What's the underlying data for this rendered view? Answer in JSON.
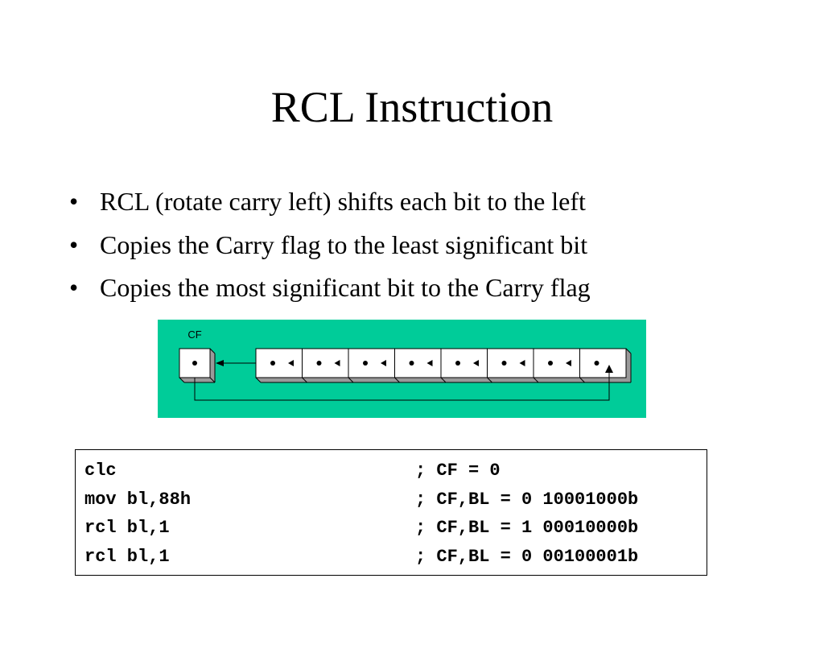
{
  "slide": {
    "title": "RCL Instruction",
    "bullet_glyph": "•",
    "bullets": [
      "RCL (rotate carry left) shifts each bit to the left",
      "Copies the Carry flag to the least significant bit",
      "Copies the most significant bit to the Carry flag"
    ]
  },
  "diagram": {
    "background_color": "#00CC99",
    "carry_label": "CF",
    "register_bits": 8
  },
  "code": {
    "lines": [
      {
        "instruction": "clc",
        "comment": "; CF = 0"
      },
      {
        "instruction": "mov bl,88h",
        "comment": "; CF,BL = 0 10001000b"
      },
      {
        "instruction": "rcl bl,1",
        "comment": "; CF,BL = 1 00010000b"
      },
      {
        "instruction": "rcl bl,1",
        "comment": "; CF,BL = 0 00100001b"
      }
    ]
  }
}
